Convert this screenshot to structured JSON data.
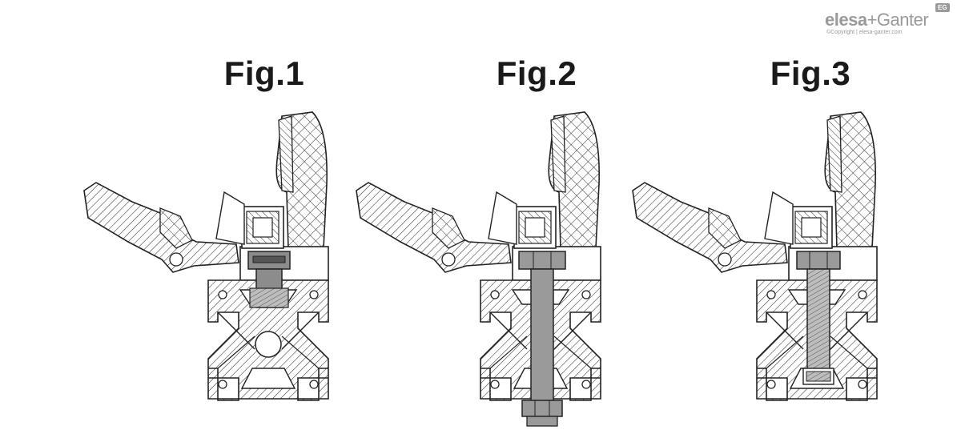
{
  "figures": [
    {
      "label": "Fig.1"
    },
    {
      "label": "Fig.2"
    },
    {
      "label": "Fig.3"
    }
  ],
  "brand": {
    "name_bold": "elesa",
    "name_rest": "+Ganter",
    "badge": "EG",
    "copyright": "©Copyright | elesa-ganter.com"
  },
  "colors": {
    "line": "#222222",
    "steel": "#a8a8a8",
    "steel_dark": "#6f6f6f",
    "background": "#ffffff"
  },
  "icons": [
    "elesa-ganter-logo"
  ]
}
